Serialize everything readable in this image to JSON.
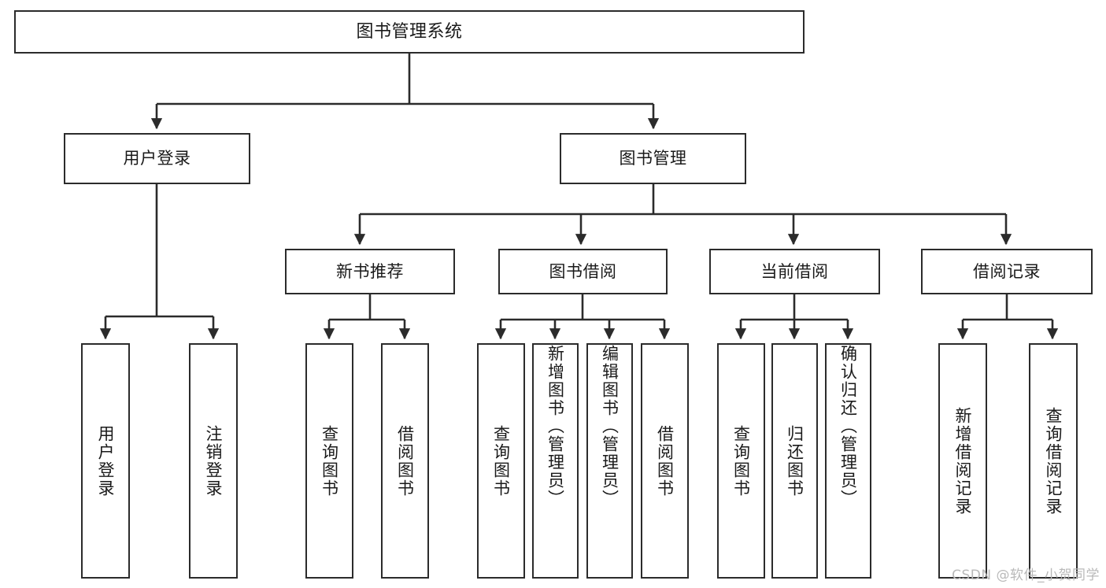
{
  "diagram": {
    "type": "tree",
    "title": "图书管理系统",
    "orientation": "top-down",
    "style": {
      "box_border_color": "#2b2b2b",
      "box_fill_color": "#ffffff",
      "edge_color": "#2b2b2b",
      "background_color": "#ffffff",
      "text_color": "#1a1a1a"
    },
    "levels": {
      "root": {
        "label": "图书管理系统"
      },
      "level2": [
        {
          "id": "user-login",
          "label": "用户登录"
        },
        {
          "id": "book-manage",
          "label": "图书管理"
        }
      ],
      "level3": [
        {
          "id": "new-book-recommend",
          "label": "新书推荐",
          "parent": "book-manage"
        },
        {
          "id": "book-borrow",
          "label": "图书借阅",
          "parent": "book-manage"
        },
        {
          "id": "current-borrow",
          "label": "当前借阅",
          "parent": "book-manage"
        },
        {
          "id": "borrow-record",
          "label": "借阅记录",
          "parent": "book-manage"
        }
      ],
      "leaves": [
        {
          "id": "leaf-user-login",
          "label": "用户登录",
          "parent": "user-login"
        },
        {
          "id": "leaf-user-logout",
          "label": "注销登录",
          "parent": "user-login"
        },
        {
          "id": "leaf-query-book-1",
          "label": "查询图书",
          "parent": "new-book-recommend"
        },
        {
          "id": "leaf-borrow-book-1",
          "label": "借阅图书",
          "parent": "new-book-recommend"
        },
        {
          "id": "leaf-query-book-2",
          "label": "查询图书",
          "parent": "book-borrow"
        },
        {
          "id": "leaf-add-book",
          "label": "新增图书（管理员）",
          "parent": "book-borrow"
        },
        {
          "id": "leaf-edit-book",
          "label": "编辑图书（管理员）",
          "parent": "book-borrow"
        },
        {
          "id": "leaf-borrow-book-2",
          "label": "借阅图书",
          "parent": "book-borrow"
        },
        {
          "id": "leaf-query-book-3",
          "label": "查询图书",
          "parent": "current-borrow"
        },
        {
          "id": "leaf-return-book",
          "label": "归还图书",
          "parent": "current-borrow"
        },
        {
          "id": "leaf-confirm-return",
          "label": "确认归还（管理员）",
          "parent": "current-borrow"
        },
        {
          "id": "leaf-add-record",
          "label": "新增借阅记录",
          "parent": "borrow-record"
        },
        {
          "id": "leaf-query-record",
          "label": "查询借阅记录",
          "parent": "borrow-record"
        }
      ]
    }
  },
  "watermark": {
    "text": "CSDN @软件_小贺同学"
  }
}
